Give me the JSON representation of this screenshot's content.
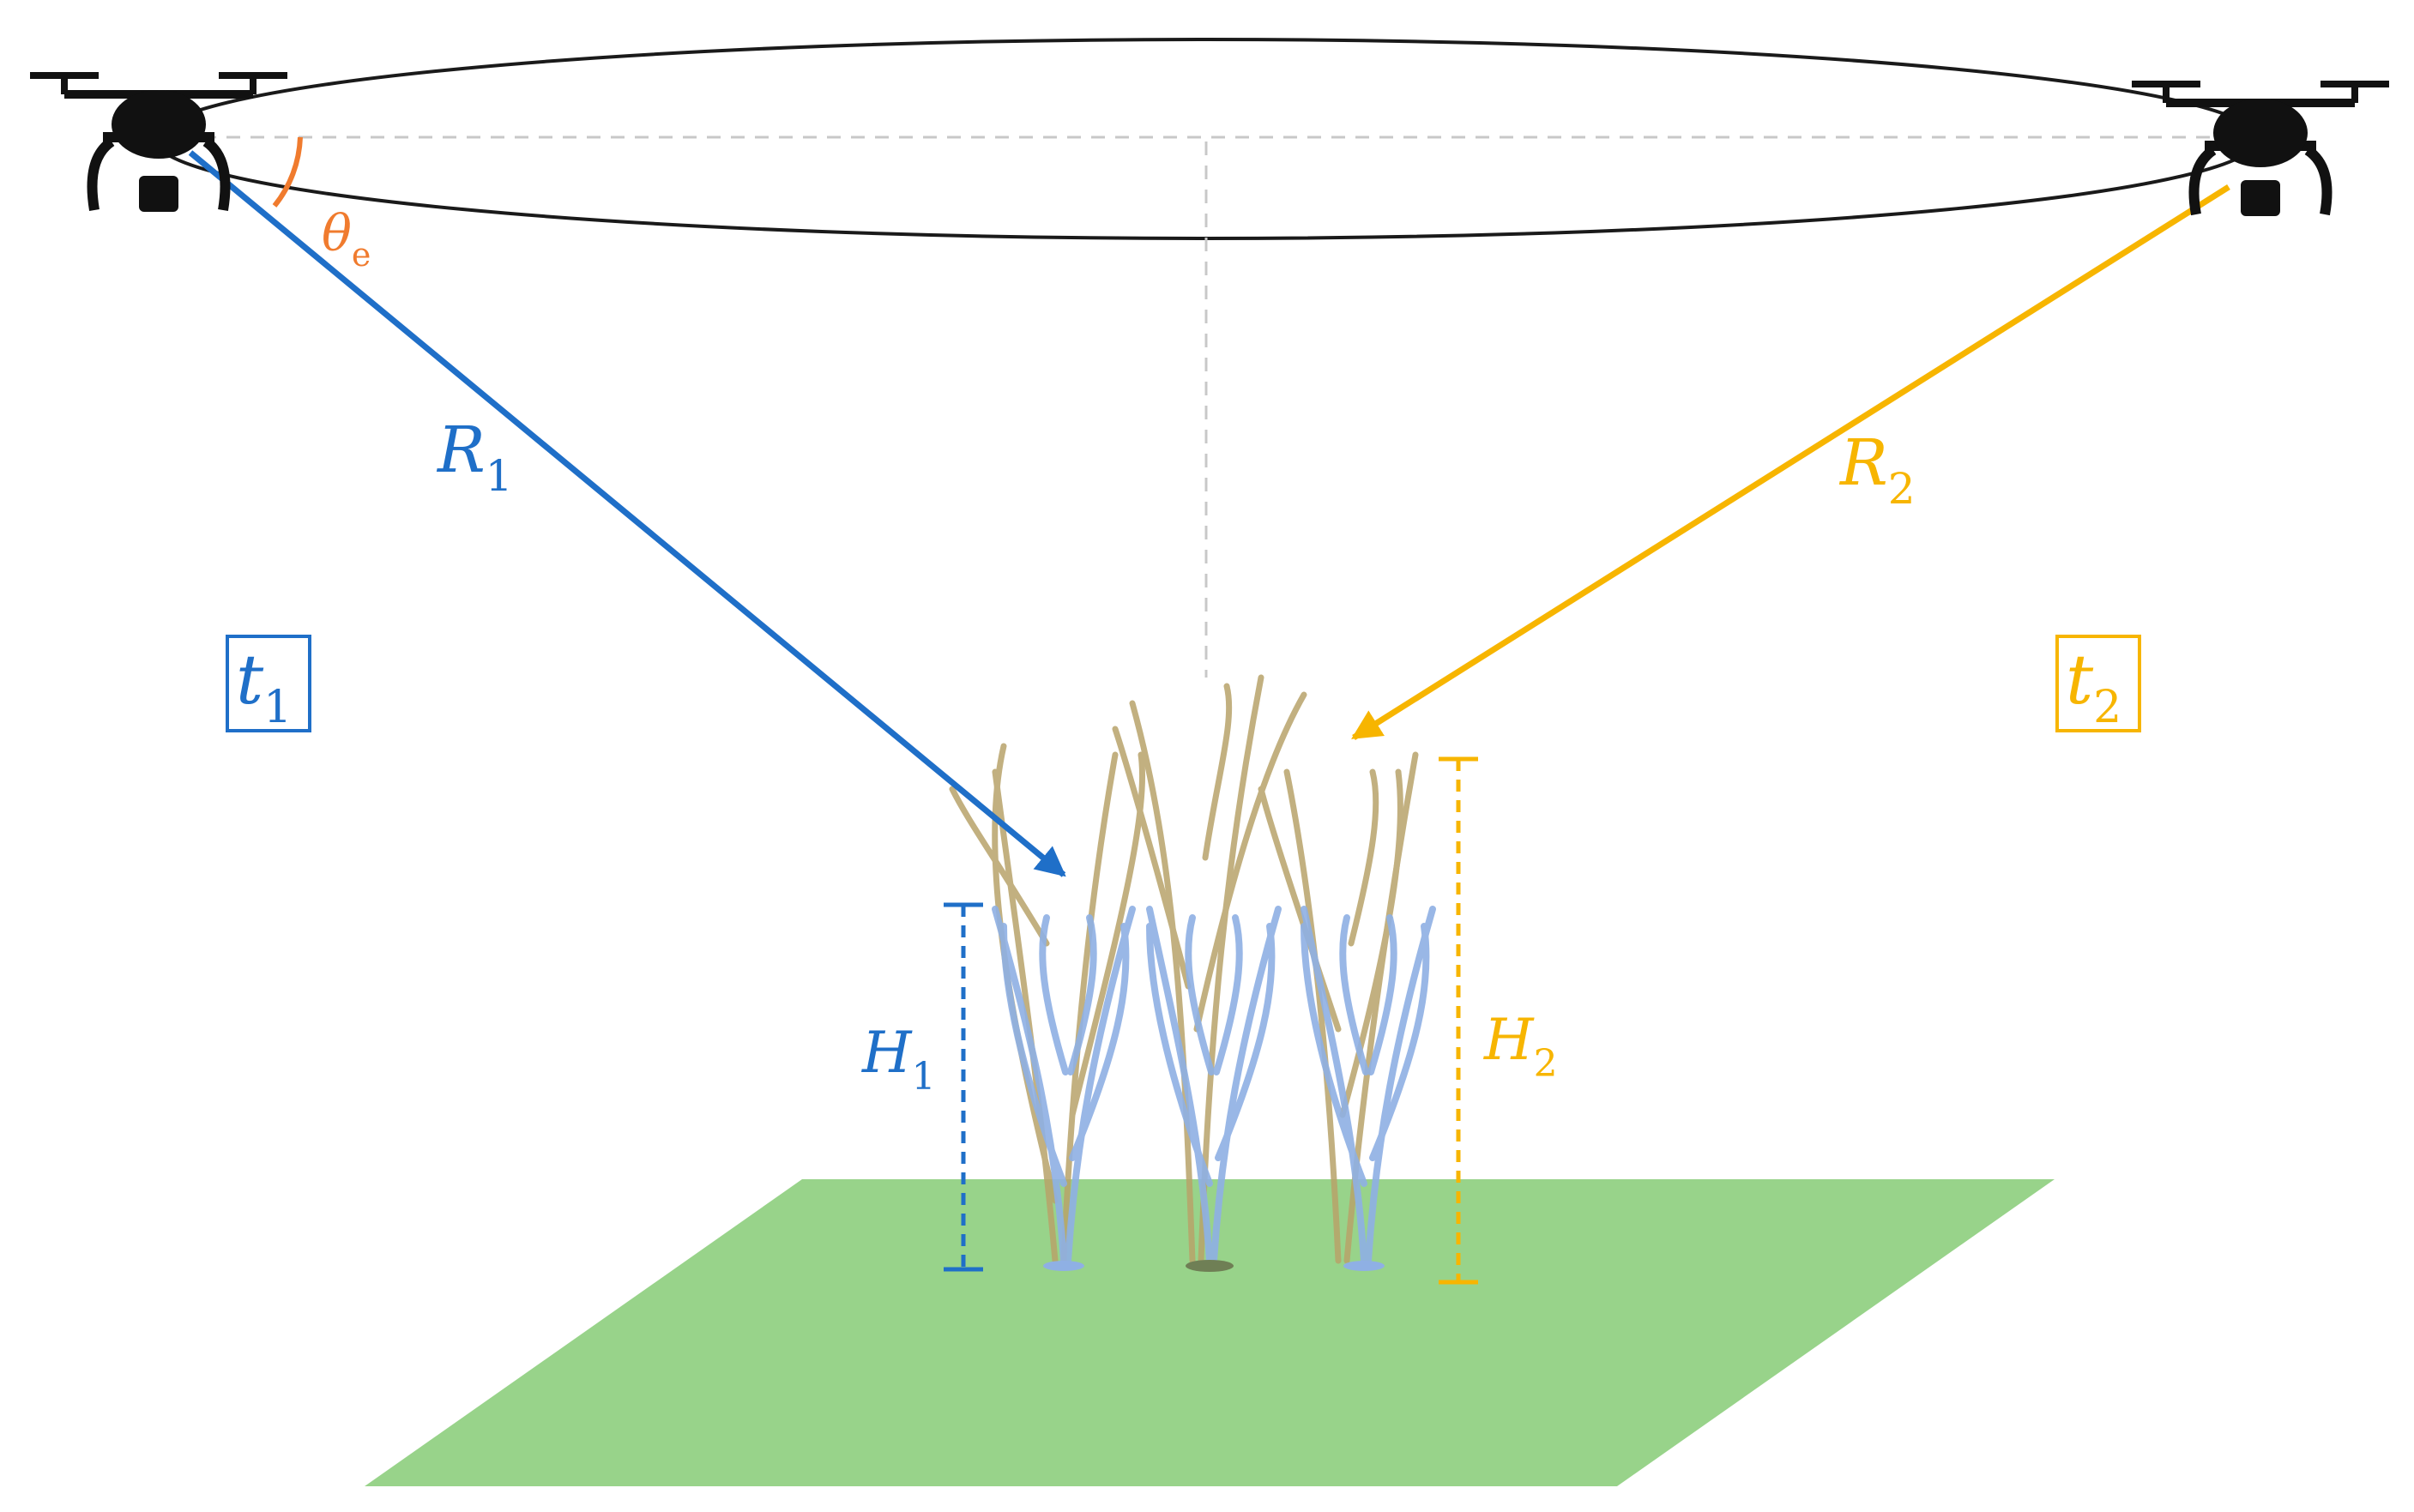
{
  "colors": {
    "blue": "#1f6fc8",
    "yellow": "#f7b500",
    "orange": "#f07b2e",
    "ground": "#98d38a",
    "orbit": "#1a1a1a",
    "dashed": "#c8c8c8",
    "plant_blue": "#8fb0e4",
    "plant_tan": "#b8a36a"
  },
  "labels": {
    "theta": {
      "main": "θ",
      "sub": "e"
    },
    "r1": {
      "main": "R",
      "sub": "1"
    },
    "r2": {
      "main": "R",
      "sub": "2"
    },
    "t1": {
      "main": "t",
      "sub": "1"
    },
    "t2": {
      "main": "t",
      "sub": "2"
    },
    "h1": {
      "main": "H",
      "sub": "1"
    },
    "h2": {
      "main": "H",
      "sub": "2"
    }
  },
  "icons": {
    "drone_left": "drone-icon",
    "drone_right": "drone-icon",
    "crop": "crop-plants-icon"
  }
}
